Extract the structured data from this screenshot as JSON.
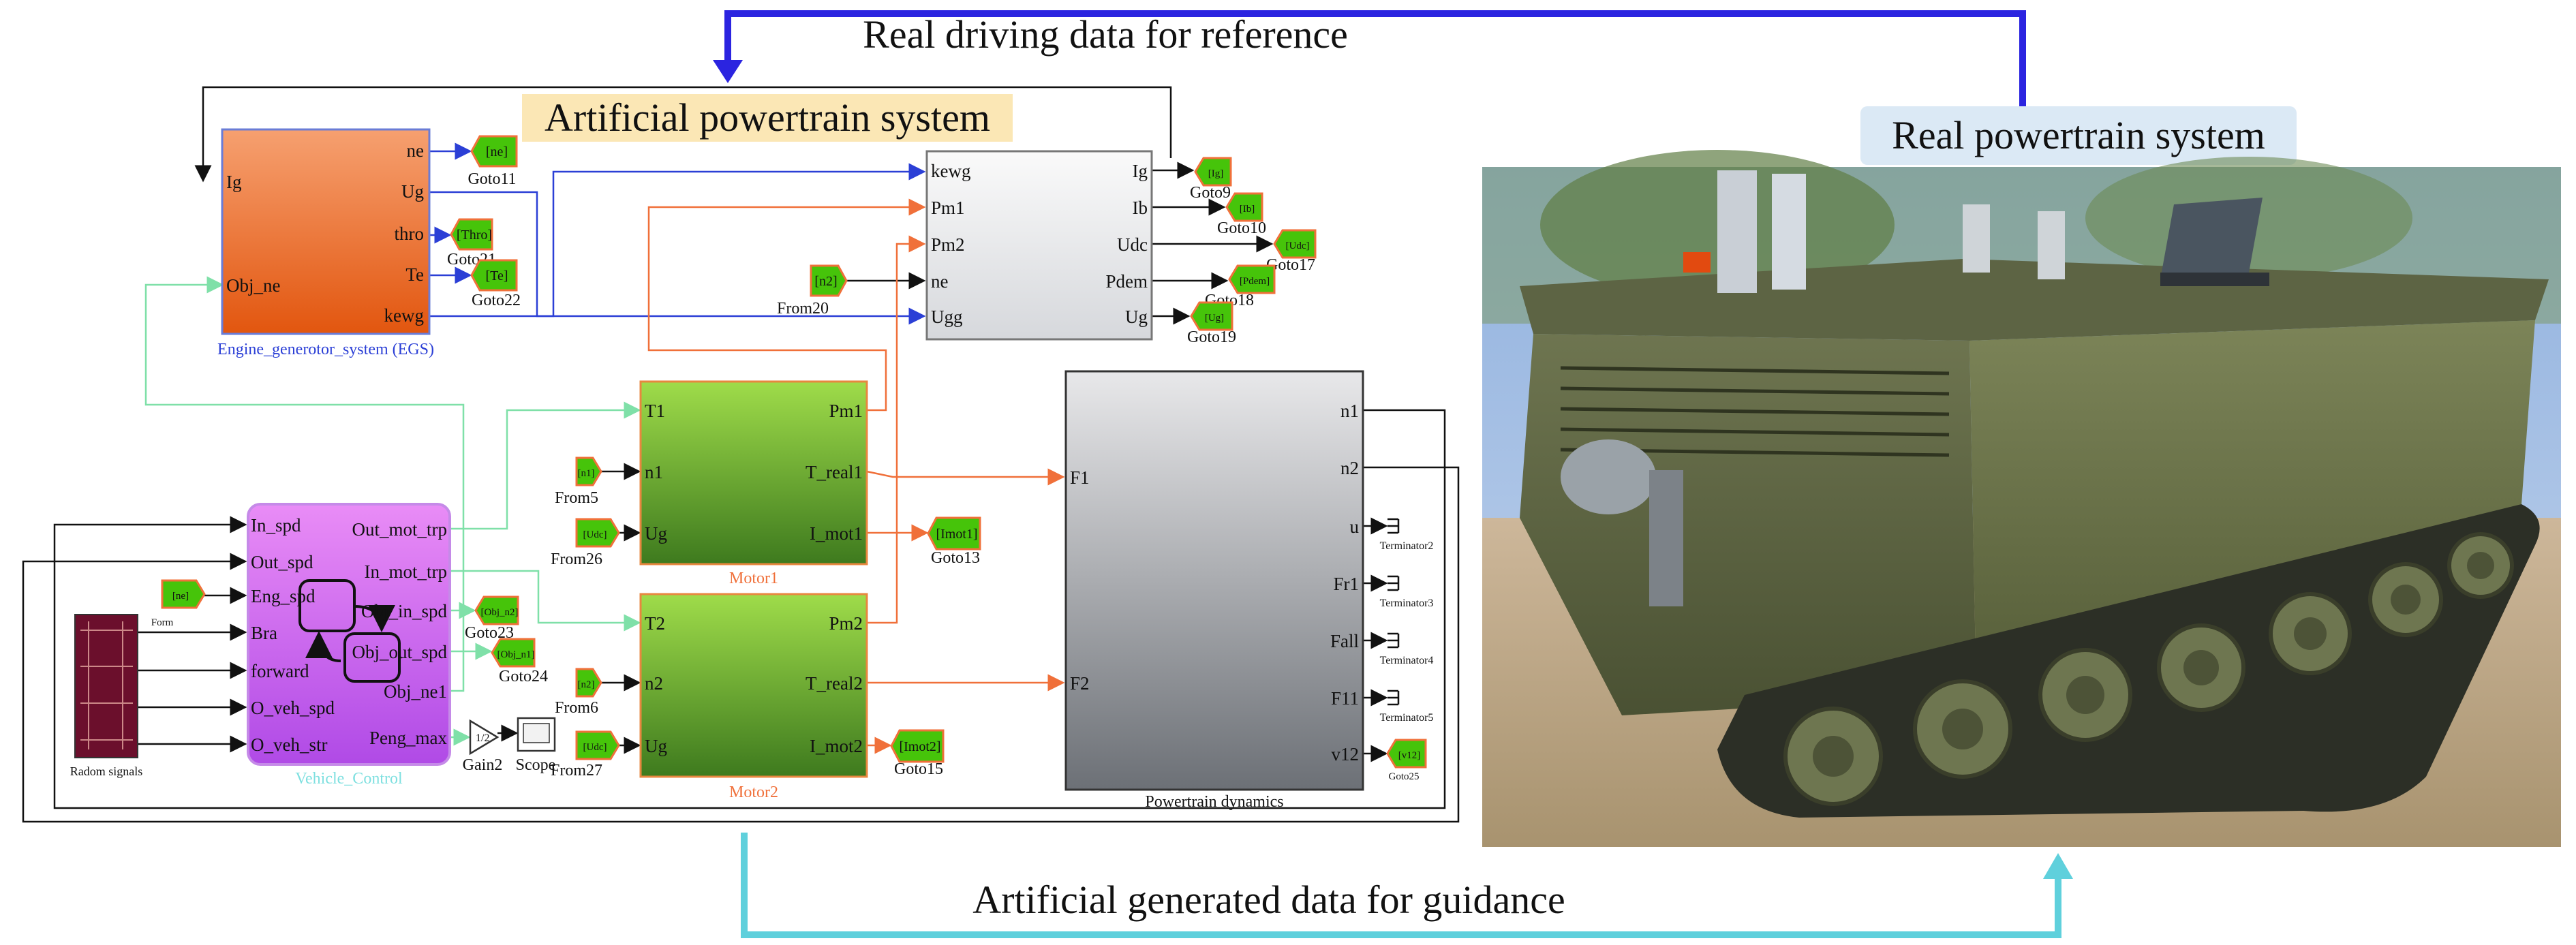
{
  "labels": {
    "top_arrow": "Real driving data for reference",
    "bottom_arrow": "Artificial generated data for guidance",
    "artificial_title": "Artificial powertrain system",
    "real_title": "Real powertrain system"
  },
  "egs": {
    "caption": "Engine_generotor_system (EGS)",
    "in_ports": [
      "Ig",
      "Obj_ne"
    ],
    "out_ports": [
      "ne",
      "Ug",
      "thro",
      "Te",
      "kewg"
    ]
  },
  "gen_block": {
    "in_ports": [
      "kewg",
      "Pm1",
      "Pm2",
      "ne",
      "Ugg"
    ],
    "out_ports": [
      "Ig",
      "Ib",
      "Udc",
      "Pdem",
      "Ug"
    ]
  },
  "motor1": {
    "caption": "Motor1",
    "in_ports": [
      "T1",
      "n1",
      "Ug"
    ],
    "out_ports": [
      "Pm1",
      "T_real1",
      "I_mot1"
    ]
  },
  "motor2": {
    "caption": "Motor2",
    "in_ports": [
      "T2",
      "n2",
      "Ug"
    ],
    "out_ports": [
      "Pm2",
      "T_real2",
      "I_mot2"
    ]
  },
  "dyn": {
    "caption": "Powertrain dynamics",
    "in_ports": [
      "F1",
      "F2"
    ],
    "out_ports": [
      "n1",
      "n2",
      "u",
      "Fr1",
      "Fall",
      "F11",
      "v12"
    ]
  },
  "vc": {
    "caption": "Vehicle_Control",
    "in_ports": [
      "In_spd",
      "Out_spd",
      "Eng_spd",
      "Bra",
      "forward",
      "O_veh_spd",
      "O_veh_str"
    ],
    "out_ports": [
      "Out_mot_trp",
      "In_mot_trp",
      "Obj_in_spd",
      "Obj_out_spd",
      "Obj_ne1",
      "Peng_max"
    ]
  },
  "radom": {
    "caption": "Radom signals"
  },
  "gain": {
    "caption": "Gain2",
    "value": "1/2"
  },
  "scope": {
    "caption": "Scope"
  },
  "gotos": [
    {
      "tag": "[ne]",
      "name": "Goto11"
    },
    {
      "tag": "[Thro]",
      "name": "Goto21"
    },
    {
      "tag": "[Te]",
      "name": "Goto22"
    },
    {
      "tag": "[Ig]",
      "name": "Goto9"
    },
    {
      "tag": "[Ib]",
      "name": "Goto10"
    },
    {
      "tag": "[Udc]",
      "name": "Goto17"
    },
    {
      "tag": "[Pdem]",
      "name": "Goto18"
    },
    {
      "tag": "[Ug]",
      "name": "Goto19"
    },
    {
      "tag": "[Imot1]",
      "name": "Goto13"
    },
    {
      "tag": "[Imot2]",
      "name": "Goto15"
    },
    {
      "tag": "[Obj_n2]",
      "name": "Goto23"
    },
    {
      "tag": "[Obj_n1]",
      "name": "Goto24"
    },
    {
      "tag": "[v12]",
      "name": "Goto25"
    }
  ],
  "froms": [
    {
      "tag": "[n2]",
      "name": "From20"
    },
    {
      "tag": "[n1]",
      "name": "From5"
    },
    {
      "tag": "[Udc]",
      "name": "From26"
    },
    {
      "tag": "[n2]",
      "name": "From6"
    },
    {
      "tag": "[Udc]",
      "name": "From27"
    },
    {
      "tag": "[ne]",
      "name": "Form"
    }
  ],
  "terminators": [
    "Terminator2",
    "Terminator3",
    "Terminator4",
    "Terminator5"
  ],
  "colors": {
    "blue_arrow": "#2b24e0",
    "cyan_arrow": "#5fd0dc",
    "egs_top": "#f6a070",
    "egs_bottom": "#e2560f",
    "motor_top": "#9fdc4a",
    "motor_bottom": "#3e7a1e",
    "vc_fill": "#d060f0",
    "tag_fill": "#46c40a",
    "radom_fill": "#6b0f2c"
  }
}
